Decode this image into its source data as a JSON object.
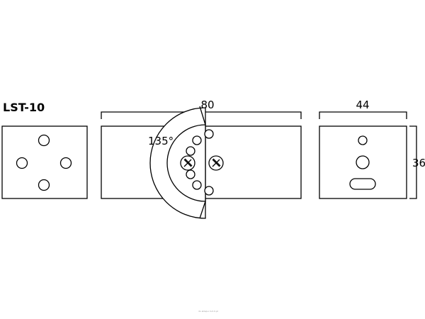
{
  "model": "LST-10",
  "views": {
    "front": {
      "width_label": "80",
      "angle_label": "135°"
    },
    "side": {
      "width_label": "44",
      "height_label": "36"
    }
  },
  "watermark": "do sklepu: b-h-h.pl"
}
